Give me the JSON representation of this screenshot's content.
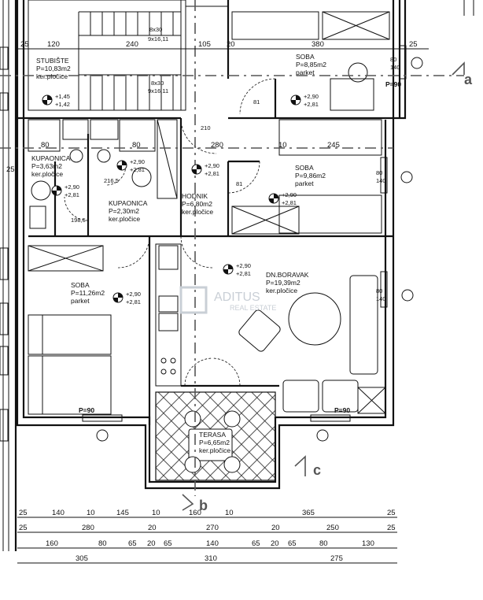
{
  "rooms": {
    "stubiste": {
      "name": "STUBIŠTE",
      "area": "P=10,83m2",
      "floor": "ker.pločice"
    },
    "soba_top": {
      "name": "SOBA",
      "area": "P=8,85m2",
      "floor": "parket"
    },
    "kupaonica1": {
      "name": "KUPAONICA",
      "area": "P=3,63m2",
      "floor": "ker.pločice"
    },
    "kupaonica2": {
      "name": "KUPAONICA",
      "area": "P=2,30m2",
      "floor": "ker.pločice"
    },
    "hodnik": {
      "name": "HODNIK",
      "area": "P=6,80m2",
      "floor": "ker.pločice"
    },
    "soba_mid": {
      "name": "SOBA",
      "area": "P=9,86m2",
      "floor": "parket"
    },
    "soba_left": {
      "name": "SOBA",
      "area": "P=11,26m2",
      "floor": "parket"
    },
    "dnevni": {
      "name": "DN.BORAVAK",
      "area": "P=19,39m2",
      "floor": "ker.pločice"
    },
    "terasa": {
      "name": "TERASA",
      "area": "P=6,65m2",
      "floor": "ker.pločice"
    }
  },
  "levels": {
    "l1": "+1,45",
    "l1b": "+1,42",
    "l2": "+2,90",
    "l2b": "+2,81"
  },
  "openings": {
    "stair1": "8x30",
    "stair1b": "9x16,11",
    "stair2": "8x30",
    "stair2b": "9x16,11",
    "door_81": "81",
    "door_210": "210",
    "door_2165": "216,5",
    "door_1985": "198,5",
    "win_140": "140",
    "win_80": "80",
    "p90": "P=90"
  },
  "sections": {
    "a": "a",
    "b": "b",
    "c": "c"
  },
  "dims": {
    "top_row": [
      "25",
      "120",
      "240",
      "105",
      "20",
      "380",
      "25"
    ],
    "mid_a": [
      "80",
      "80",
      "280",
      "10",
      "245"
    ],
    "left_25": "25",
    "row1": [
      "25",
      "140",
      "10",
      "145",
      "10",
      "160",
      "10",
      "365",
      "25"
    ],
    "row2": [
      "25",
      "280",
      "20",
      "270",
      "20",
      "250",
      "25"
    ],
    "row3": [
      "160",
      "80",
      "65",
      "20",
      "65",
      "140",
      "65",
      "20",
      "65",
      "80",
      "130"
    ],
    "row4": [
      "305",
      "310",
      "275"
    ]
  },
  "watermark": {
    "line1": "ADITUS",
    "line2": "REAL ESTATE"
  }
}
